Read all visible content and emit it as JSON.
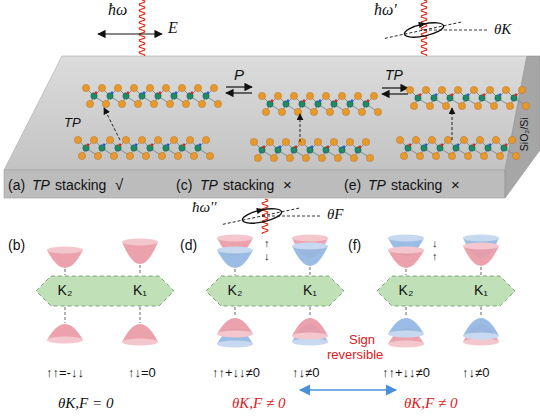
{
  "diagram": {
    "nodes": [
      {
        "text": [
          "K₂",
          "K₁"
        ]
      },
      {
        "text": [
          "K₂",
          "K₁"
        ]
      },
      {
        "text": [
          "K₂",
          "K₁"
        ]
      }
    ],
    "labels": [
      "ħω",
      "E⃗",
      "P",
      "TP",
      "ħω'",
      "θK",
      "TP",
      "(a)",
      "TP",
      "stacking",
      "√",
      "(c)",
      "TP",
      "stacking",
      "×",
      "(e)",
      "TP",
      "stacking",
      "×",
      "SiO₂/Si",
      "ħω''",
      "θF",
      "(b)",
      "(d)",
      "(f)",
      "↑",
      "↓",
      "↓",
      "↑",
      "↑↑=-↓↓",
      "↑↓=0",
      "θK,F = 0",
      "↑↑+↓↓≠0",
      "↑↓≠0",
      "θK,F ≠ 0",
      "Sign",
      "reversible",
      "↑↑+↓↓≠0",
      "↑↓≠0",
      "θK,F ≠ 0"
    ]
  }
}
